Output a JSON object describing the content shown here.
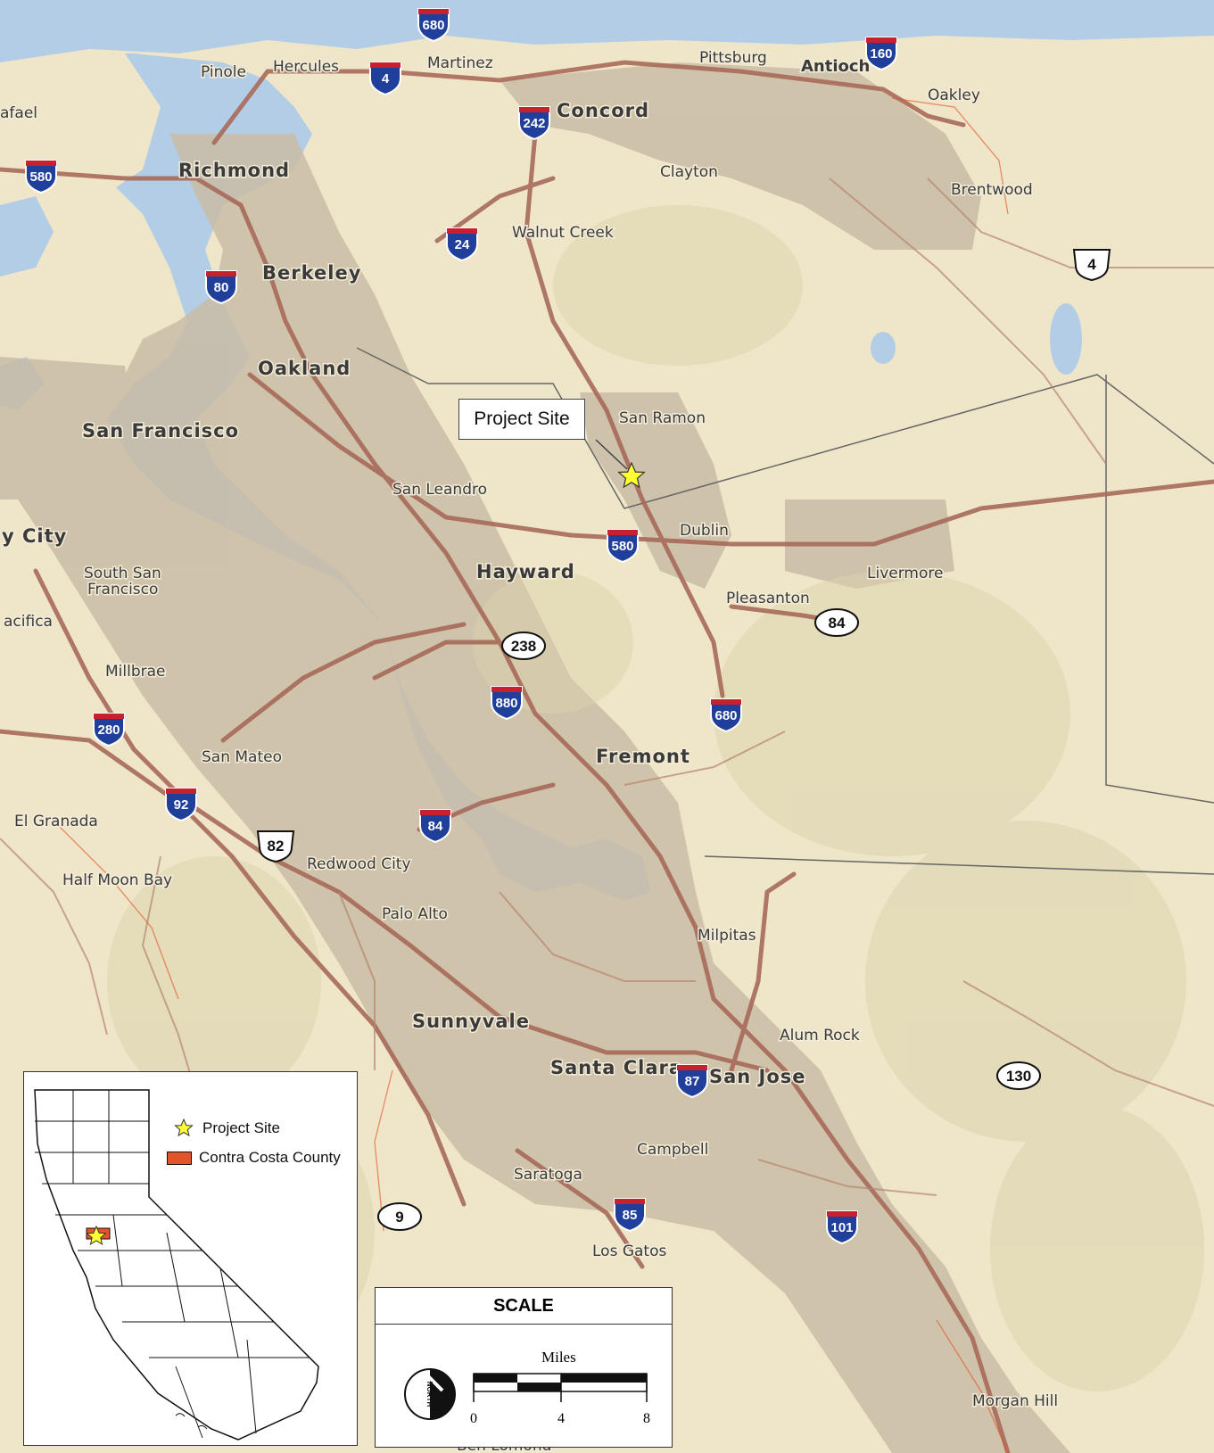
{
  "map": {
    "cities": [
      {
        "id": "richmond",
        "label": "Richmond",
        "cls": "city-big"
      },
      {
        "id": "berkeley",
        "label": "Berkeley",
        "cls": "city-big"
      },
      {
        "id": "oakland",
        "label": "Oakland",
        "cls": "city-big"
      },
      {
        "id": "san-francisco",
        "label": "San Francisco",
        "cls": "city-big"
      },
      {
        "id": "concord",
        "label": "Concord",
        "cls": "city-big"
      },
      {
        "id": "hayward",
        "label": "Hayward",
        "cls": "city-big"
      },
      {
        "id": "fremont",
        "label": "Fremont",
        "cls": "city-big"
      },
      {
        "id": "sunnyvale",
        "label": "Sunnyvale",
        "cls": "city-big"
      },
      {
        "id": "santa-clara",
        "label": "Santa Clara",
        "cls": "city-big"
      },
      {
        "id": "san-jose",
        "label": "San Jose",
        "cls": "city-big"
      },
      {
        "id": "daly-city",
        "label": "y City",
        "cls": "city-big"
      },
      {
        "id": "pinole",
        "label": "Pinole",
        "cls": "city-sm"
      },
      {
        "id": "hercules",
        "label": "Hercules",
        "cls": "city-sm"
      },
      {
        "id": "martinez",
        "label": "Martinez",
        "cls": "city-sm"
      },
      {
        "id": "pittsburg",
        "label": "Pittsburg",
        "cls": "city-sm"
      },
      {
        "id": "antioch",
        "label": "Antioch",
        "cls": "city-med"
      },
      {
        "id": "oakley",
        "label": "Oakley",
        "cls": "city-sm"
      },
      {
        "id": "clayton",
        "label": "Clayton",
        "cls": "city-sm"
      },
      {
        "id": "brentwood",
        "label": "Brentwood",
        "cls": "city-sm"
      },
      {
        "id": "walnut-creek",
        "label": "Walnut Creek",
        "cls": "city-sm"
      },
      {
        "id": "san-ramon",
        "label": "San Ramon",
        "cls": "city-sm"
      },
      {
        "id": "dublin",
        "label": "Dublin",
        "cls": "city-sm"
      },
      {
        "id": "livermore",
        "label": "Livermore",
        "cls": "city-sm"
      },
      {
        "id": "pleasanton",
        "label": "Pleasanton",
        "cls": "city-sm"
      },
      {
        "id": "san-leandro",
        "label": "San Leandro",
        "cls": "city-sm"
      },
      {
        "id": "south-san",
        "label": "South San",
        "cls": "city-sm"
      },
      {
        "id": "francisco",
        "label": "Francisco",
        "cls": "city-sm"
      },
      {
        "id": "pacifica",
        "label": "acifica",
        "cls": "city-sm"
      },
      {
        "id": "millbrae",
        "label": "Millbrae",
        "cls": "city-sm"
      },
      {
        "id": "san-mateo",
        "label": "San Mateo",
        "cls": "city-sm"
      },
      {
        "id": "el-granada",
        "label": "El Granada",
        "cls": "city-sm"
      },
      {
        "id": "half-moon-bay",
        "label": "Half Moon Bay",
        "cls": "city-sm"
      },
      {
        "id": "redwood-city",
        "label": "Redwood City",
        "cls": "city-sm"
      },
      {
        "id": "palo-alto",
        "label": "Palo Alto",
        "cls": "city-sm"
      },
      {
        "id": "milpitas",
        "label": "Milpitas",
        "cls": "city-sm"
      },
      {
        "id": "alum-rock",
        "label": "Alum Rock",
        "cls": "city-sm"
      },
      {
        "id": "campbell",
        "label": "Campbell",
        "cls": "city-sm"
      },
      {
        "id": "saratoga",
        "label": "Saratoga",
        "cls": "city-sm"
      },
      {
        "id": "los-gatos",
        "label": "Los Gatos",
        "cls": "city-sm"
      },
      {
        "id": "morgan-hill",
        "label": "Morgan Hill",
        "cls": "city-sm"
      },
      {
        "id": "ben-lomond",
        "label": "Ben Lomond",
        "cls": "city-sm"
      },
      {
        "id": "rafael",
        "label": "afael",
        "cls": "city-sm"
      }
    ],
    "interstates": [
      "680",
      "4",
      "242",
      "160",
      "580",
      "24",
      "80",
      "580",
      "880",
      "680",
      "280",
      "92",
      "84",
      "87",
      "85",
      "101"
    ],
    "routes": [
      "4",
      "84",
      "238",
      "82",
      "130",
      "9"
    ],
    "callout": "Project Site",
    "colors": {
      "water": "#b3cde6",
      "land": "#efe6c9",
      "urban": "#c9bca6",
      "road": "#a86a5a",
      "county": "#e2542a",
      "star": "#ffff33"
    }
  },
  "legend": {
    "project_site": "Project Site",
    "county": "Contra Costa County"
  },
  "scale": {
    "title": "SCALE",
    "units": "Miles",
    "ticks": [
      "0",
      "4",
      "8"
    ],
    "north": "NORTH"
  }
}
